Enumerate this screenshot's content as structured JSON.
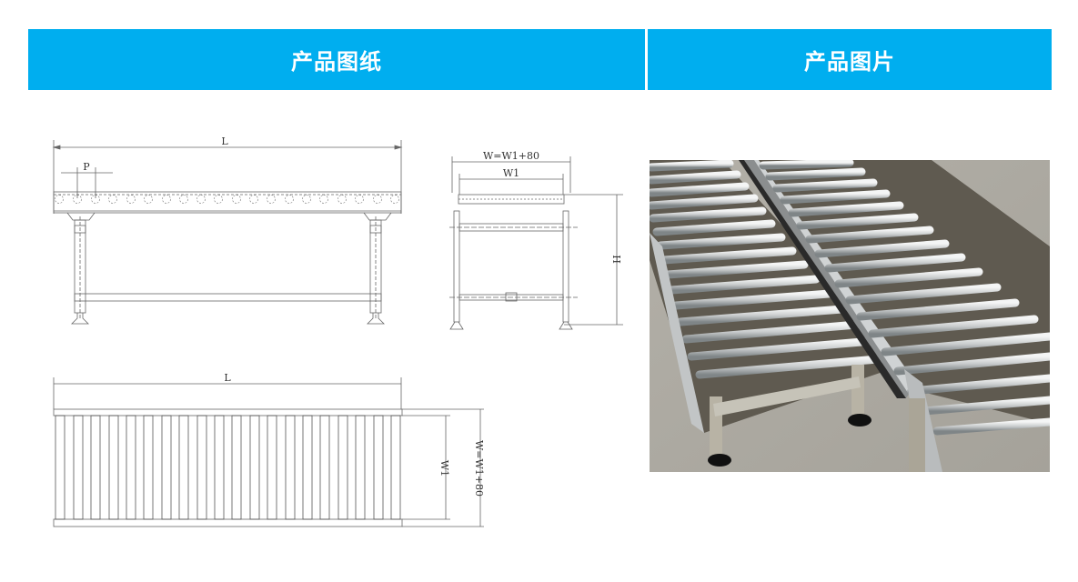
{
  "headers": {
    "drawing_title": "产品图纸",
    "photo_title": "产品图片"
  },
  "colors": {
    "header_bg": "#00AEEF",
    "header_text": "#FFFFFF",
    "line": "#555555"
  },
  "drawings": {
    "side_view": {
      "length_label": "L",
      "pitch_label": "P",
      "roller_count": 20
    },
    "end_view": {
      "overall_width_label": "W=W1+80",
      "inner_width_label": "W1",
      "height_label": "H"
    },
    "top_view": {
      "length_label": "L",
      "inner_width_label": "W1",
      "overall_width_label": "W=W1+80",
      "roller_count": 20
    }
  },
  "photo": {
    "subject": "gravity-roller-conveyor-photo"
  }
}
